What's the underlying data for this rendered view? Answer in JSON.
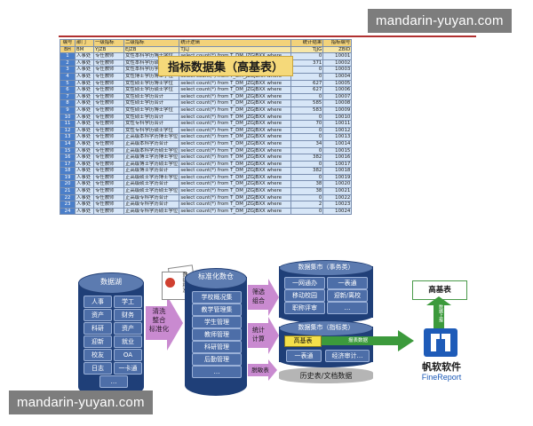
{
  "watermark_text": "mandarin-yuyan.com",
  "table": {
    "overlay_title": "指标数据集（高基表）",
    "header_cn": [
      "编号",
      "部门",
      "一级指标",
      "二级指标",
      "统计逻辑",
      "统计结果",
      "指标编号"
    ],
    "header_code": [
      "BH",
      "BM",
      "YJZB",
      "EJZB",
      "TJLJ",
      "TJJG",
      "ZBID"
    ],
    "rows": [
      [
        "1",
        "人事处",
        "专任教师",
        "女性本科学历博士学位",
        "select count(*) from T_DM_JZGJBXX where",
        "0",
        "10001"
      ],
      [
        "2",
        "人事处",
        "专任教师",
        "女性本科学历硕士学位",
        "select count(*) from T_DM_JZGJBXX where",
        "371",
        "10002"
      ],
      [
        "3",
        "人事处",
        "专任教师",
        "女性本科学历学士学位",
        "select count(*) from T_DM_JZGJBXX where",
        "0",
        "10003"
      ],
      [
        "4",
        "人事处",
        "专任教师",
        "女性博士学历博士学位",
        "select count(*) from T_DM_JZGJBXX where",
        "0",
        "10004"
      ],
      [
        "5",
        "人事处",
        "专任教师",
        "女性硕士学历博士学位",
        "select count(*) from T_DM_JZGJBXX where",
        "627",
        "10005"
      ],
      [
        "6",
        "人事处",
        "专任教师",
        "女性硕士学历硕士学位",
        "select count(*) from T_DM_JZGJBXX where",
        "627",
        "10006"
      ],
      [
        "7",
        "人事处",
        "专任教师",
        "女性硕士学历合计",
        "select count(*) from T_DM_JZGJBXX where",
        "0",
        "10007"
      ],
      [
        "8",
        "人事处",
        "专任教师",
        "女性硕士学历合计",
        "select count(*) from T_DM_JZGJBXX where",
        "585",
        "10008"
      ],
      [
        "9",
        "人事处",
        "专任教师",
        "女性硕士学历博士学位",
        "select count(*) from T_DM_JZGJBXX where",
        "583",
        "10009"
      ],
      [
        "10",
        "人事处",
        "专任教师",
        "女性硕士学历合计",
        "select count(*) from T_DM_JZGJBXX where",
        "0",
        "10010"
      ],
      [
        "11",
        "人事处",
        "专任教师",
        "女性专科学历合计",
        "select count(*) from T_DM_JZGJBXX where",
        "70",
        "10011"
      ],
      [
        "12",
        "人事处",
        "专任教师",
        "女性专科学历硕士学位",
        "select count(*) from T_DM_JZGJBXX where",
        "0",
        "10012"
      ],
      [
        "13",
        "人事处",
        "专任教师",
        "正高级本科学历博士学位",
        "select count(*) from T_DM_JZGJBXX where",
        "0",
        "10013"
      ],
      [
        "14",
        "人事处",
        "专任教师",
        "正高级本科学历合计",
        "select count(*) from T_DM_JZGJBXX where",
        "34",
        "10014"
      ],
      [
        "15",
        "人事处",
        "专任教师",
        "正高级本科学历硕士学位",
        "select count(*) from T_DM_JZGJBXX where",
        "0",
        "10015"
      ],
      [
        "16",
        "人事处",
        "专任教师",
        "正高级博士学历博士学位",
        "select count(*) from T_DM_JZGJBXX where",
        "382",
        "10016"
      ],
      [
        "17",
        "人事处",
        "专任教师",
        "正高级博士学历硕士学位",
        "select count(*) from T_DM_JZGJBXX where",
        "0",
        "10017"
      ],
      [
        "18",
        "人事处",
        "专任教师",
        "正高级博士学历合计",
        "select count(*) from T_DM_JZGJBXX where",
        "382",
        "10018"
      ],
      [
        "19",
        "人事处",
        "专任教师",
        "正高级硕士学历博士学位",
        "select count(*) from T_DM_JZGJBXX where",
        "0",
        "10019"
      ],
      [
        "20",
        "人事处",
        "专任教师",
        "正高级硕士学历合计",
        "select count(*) from T_DM_JZGJBXX where",
        "38",
        "10020"
      ],
      [
        "21",
        "人事处",
        "专任教师",
        "正高级硕士学历硕士学位",
        "select count(*) from T_DM_JZGJBXX where",
        "38",
        "10021"
      ],
      [
        "22",
        "人事处",
        "专任教师",
        "正高级专科学历合计",
        "select count(*) from T_DM_JZGJBXX where",
        "0",
        "10022"
      ],
      [
        "23",
        "人事处",
        "专任教师",
        "正高级专科学历合计",
        "select count(*) from T_DM_JZGJBXX where",
        "2",
        "10023"
      ],
      [
        "24",
        "人事处",
        "专任教师",
        "正高级专科学历硕士学位",
        "select count(*) from T_DM_JZGJBXX where",
        "0",
        "10024"
      ]
    ]
  },
  "diagram": {
    "data_lake": {
      "title": "数据湖",
      "items": [
        "人事",
        "学工",
        "资产",
        "财务",
        "科研",
        "资产",
        "迎新",
        "就业",
        "校友",
        "OA",
        "日志",
        "一卡通",
        "…"
      ]
    },
    "step1_label": "清洗\n整合\n标准化",
    "standard_center": {
      "title": "标准化数仓",
      "items": [
        "学校概况集",
        "教学管理集",
        "学生管理",
        "教师管理",
        "科研管理",
        "后勤管理",
        "…"
      ]
    },
    "doc_icon_label": "数据标准",
    "filter_label": "筛选\n组合",
    "stats_label": "统计\n计算",
    "link_label": "脱敏表",
    "mart_business": {
      "title": "数据集市（事务类）",
      "items": [
        "一网通办",
        "一表通",
        "移动校园",
        "迎新/离校",
        "职称评审",
        "…"
      ]
    },
    "mart_indicator": {
      "title": "数据集市（指标类）",
      "items": [
        "高基表",
        "一表通",
        "经济审计…"
      ],
      "flow_label": "报表数据"
    },
    "history_label": "历史表/文档数据",
    "fine": {
      "top_box": "高基表",
      "arrow_label": "数据上报",
      "logo_cn": "帆软软件",
      "logo_en": "FineReport"
    }
  }
}
